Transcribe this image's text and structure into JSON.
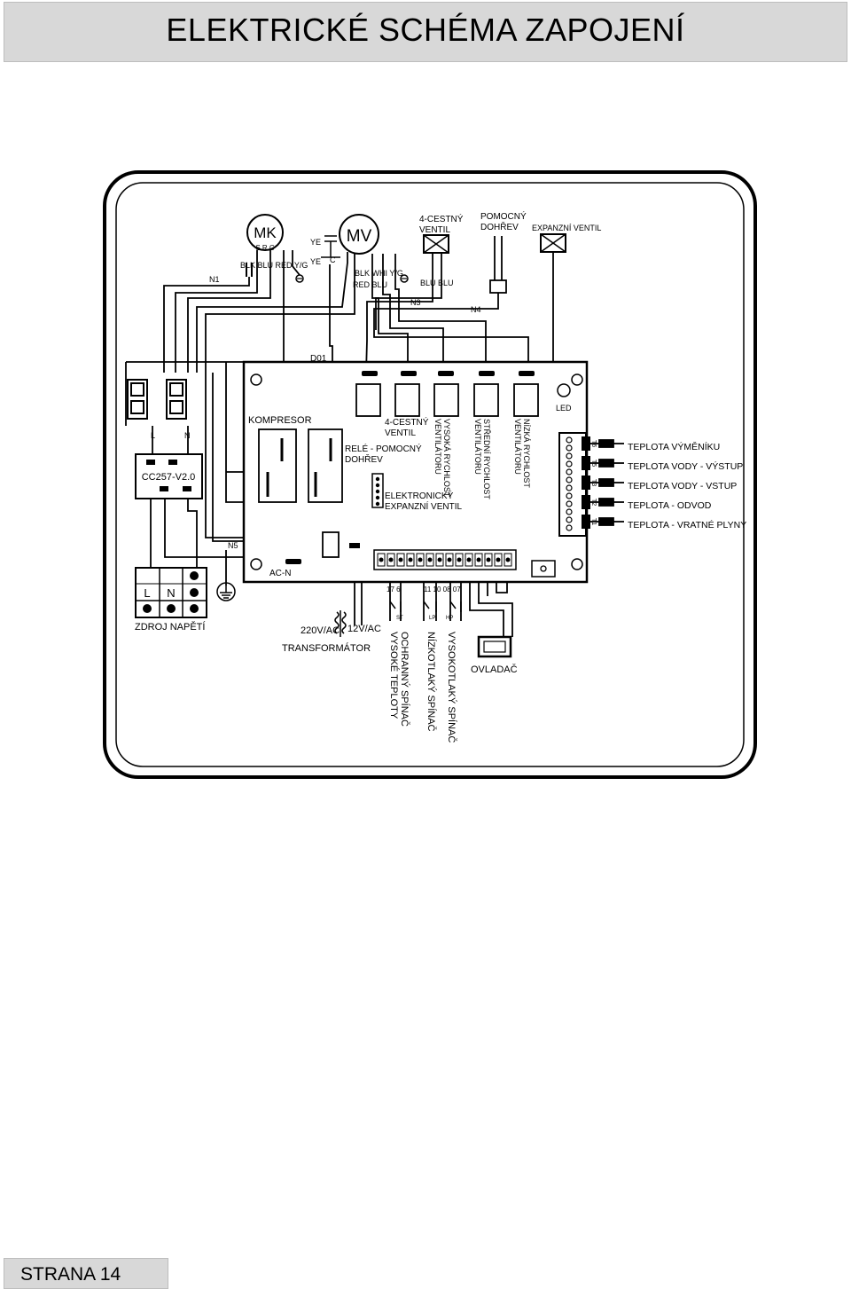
{
  "page_title": "ELEKTRICKÉ SCHÉMA ZAPOJENÍ",
  "page_footer": "STRANA 14",
  "diagram": {
    "motors": {
      "mk": "MK",
      "mk_pins": "S R C",
      "mv": "MV"
    },
    "wires": {
      "mk_colors": "BLK BLU RED Y/G",
      "mv_colors_1": "BLK WHI Y/G",
      "mv_colors_2": "RED BLU",
      "valve_colors": "BLU BLU",
      "ye1": "YE",
      "ye2": "YE",
      "c": "C"
    },
    "components": {
      "four_way_valve": [
        "4-CESTNÝ",
        "VENTIL"
      ],
      "aux_heater": [
        "POMOCNÝ",
        "DOHŘEV"
      ],
      "expansion_valve": "EXPANZNÍ VENTIL"
    },
    "nets": {
      "n1": "N1",
      "n3": "N3",
      "n4": "N4",
      "n5": "N5",
      "d01": "D01"
    },
    "board": {
      "led": "LED",
      "compressor": "KOMPRESOR",
      "relay": [
        "RELÉ - POMOCNÝ",
        "DOHŘEV"
      ],
      "four_way": [
        "4-CESTNÝ",
        "VENTIL"
      ],
      "fan_high": [
        "VYSOKÁ RYCHLOST",
        "VENTILÁTORU"
      ],
      "fan_mid": [
        "STŘEDNÍ RYCHLOST",
        "VENTILÁTORU"
      ],
      "fan_low": [
        "NÍZKÁ RYCHLOST",
        "VENTILÁTORU"
      ],
      "eev": [
        "ELEKTRONICKÝ",
        "EXPANZNÍ VENTIL"
      ],
      "acn": "AC-N",
      "bottom_numbers_1": "17 6",
      "bottom_numbers_2": "11 10 08 07",
      "sensor_codes": [
        "T6",
        "T5",
        "T3",
        "T2",
        "T1"
      ]
    },
    "sensors": [
      "TEPLOTA VÝMĚNÍKU",
      "TEPLOTA VODY - VÝSTUP",
      "TEPLOTA VODY - VSTUP",
      "TEPLOTA - ODVOD",
      "TEPLOTA - VRATNÉ PLYNY"
    ],
    "power": {
      "l_letter": "L",
      "n_letter": "N",
      "label": "ZDROJ NAPĚTÍ"
    },
    "module": {
      "label": "CC257-V2.0",
      "l": "L",
      "n": "N"
    },
    "transformer": {
      "primary": "220V/AC",
      "secondary": "12V/AC",
      "label": "TRANSFORMÁTOR"
    },
    "switches": {
      "protection": [
        "OCHRANNÝ SPÍNAČ",
        "VYSOKÉ TEPLOTY"
      ],
      "low_pressure": "NÍZKOTLAKÝ SPÍNAČ",
      "high_pressure": "VYSOKOTLAKÝ SPÍNAČ",
      "codes": [
        "ST",
        "LP",
        "HP"
      ]
    },
    "controller": "OVLADAČ"
  }
}
